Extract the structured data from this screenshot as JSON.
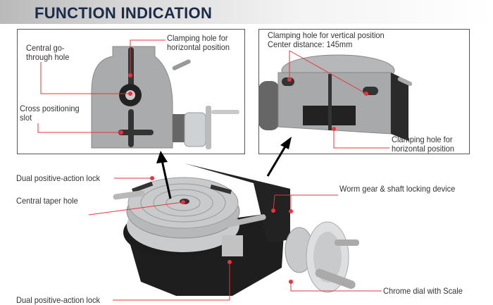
{
  "header": {
    "title": "FUNCTION INDICATION"
  },
  "left_panel": {
    "label_clamping_1": "Clamping hole for",
    "label_clamping_2": "horizontal position",
    "label_central_1": "Central go-",
    "label_central_2": "through hole",
    "label_cross_1": "Cross positioning",
    "label_cross_2": "slot"
  },
  "right_panel": {
    "label_vertical_1": "Clamping hole for vertical position",
    "label_vertical_2": "Center distance: 145mm",
    "label_clamping_1": "Clamping hole for",
    "label_clamping_2": "horizontal position"
  },
  "main": {
    "dual_lock_top": "Dual positive-action lock",
    "central_taper": "Central taper hole",
    "worm_gear": "Worm gear & shaft locking device",
    "dual_lock_bottom": "Dual positive-action lock",
    "chrome_dial": "Chrome dial with Scale"
  },
  "colors": {
    "title": "#1c2c48",
    "callout": "#e8343a"
  }
}
